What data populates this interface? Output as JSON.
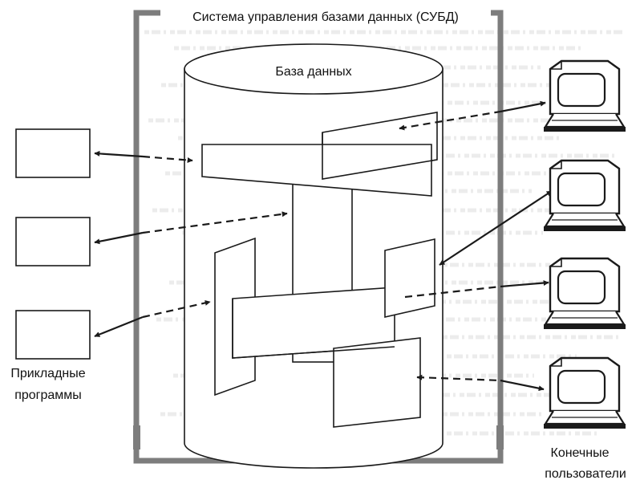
{
  "dbms_title": "Система управления базами данных (СУБД)",
  "database_label": "База данных",
  "applications_label": [
    "Прикладные",
    "программы"
  ],
  "end_users_label": [
    "Конечные",
    "пользователи"
  ],
  "colors": {
    "frame": "#7d7d7d",
    "line": "#1a1a1a",
    "paper": "#ffffff",
    "bleed_text": "#d6d6d6"
  },
  "icons": [
    "application-box",
    "computer-terminal-icon",
    "double-arrow"
  ]
}
